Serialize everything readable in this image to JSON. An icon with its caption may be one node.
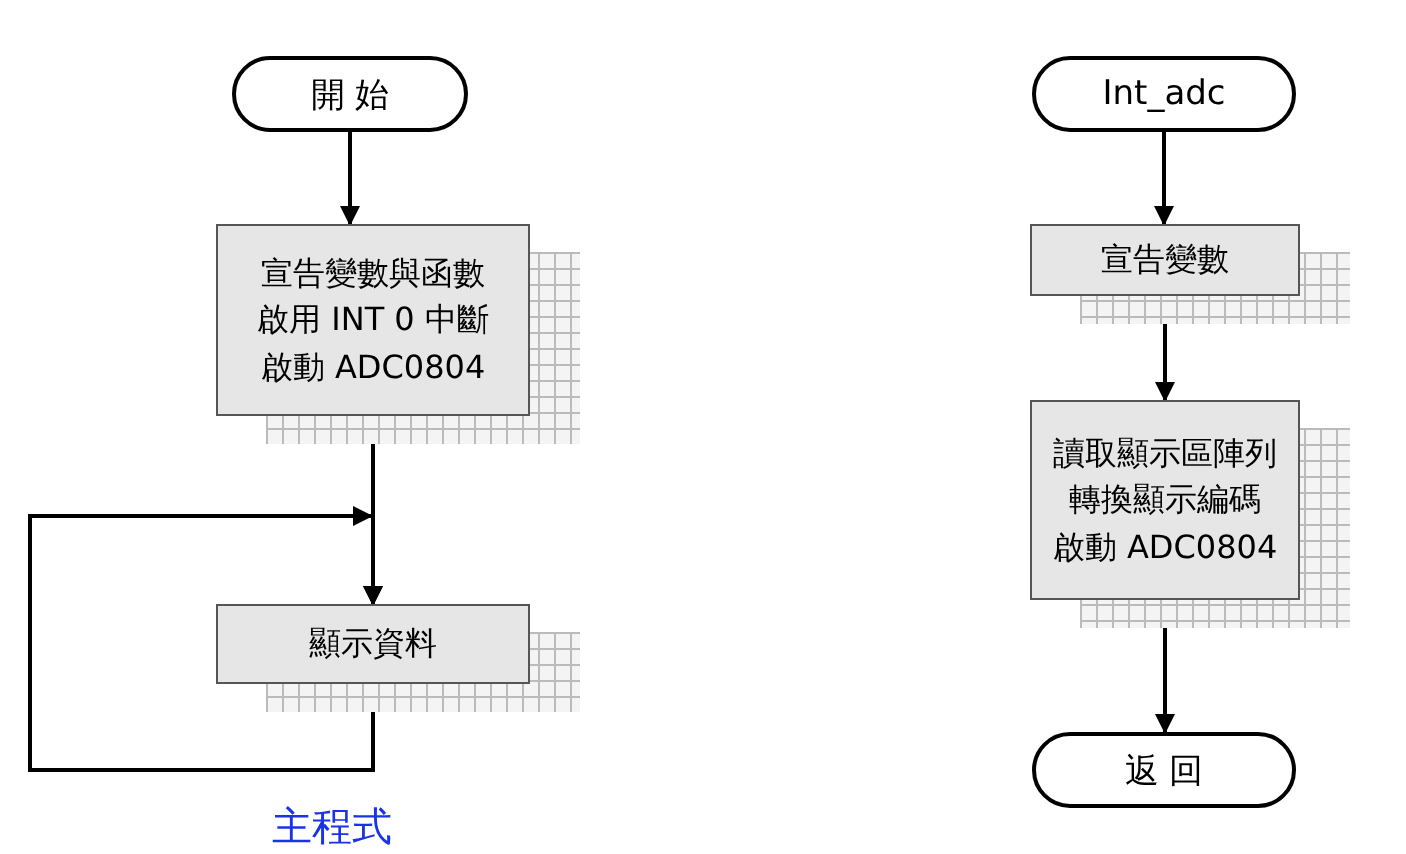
{
  "diagram": {
    "nodes": [
      {
        "text": [
          "開 始"
        ]
      },
      {
        "text": [
          "宣告變數與函數啟用 INT 0 中斷啟動 ADC0804"
        ]
      },
      {
        "text": [
          "顯示資料"
        ]
      },
      {
        "text": [
          "Int_adc"
        ]
      },
      {
        "text": [
          "宣告變數"
        ]
      },
      {
        "text": [
          "讀取顯示區陣列轉換顯示編碼啟動 ADC0804"
        ]
      },
      {
        "text": [
          "返 回"
        ]
      }
    ],
    "edges": [
      {
        "from": 0,
        "to": 1,
        "arrow": "to"
      },
      {
        "from": 1,
        "to": 2,
        "arrow": "to"
      },
      {
        "from": 2,
        "to": 2,
        "arrow": "to"
      },
      {
        "from": 3,
        "to": 4,
        "arrow": "to"
      },
      {
        "from": 4,
        "to": 5,
        "arrow": "to"
      },
      {
        "from": 5,
        "to": 6,
        "arrow": "to"
      }
    ],
    "labels": [
      "主程式"
    ]
  }
}
